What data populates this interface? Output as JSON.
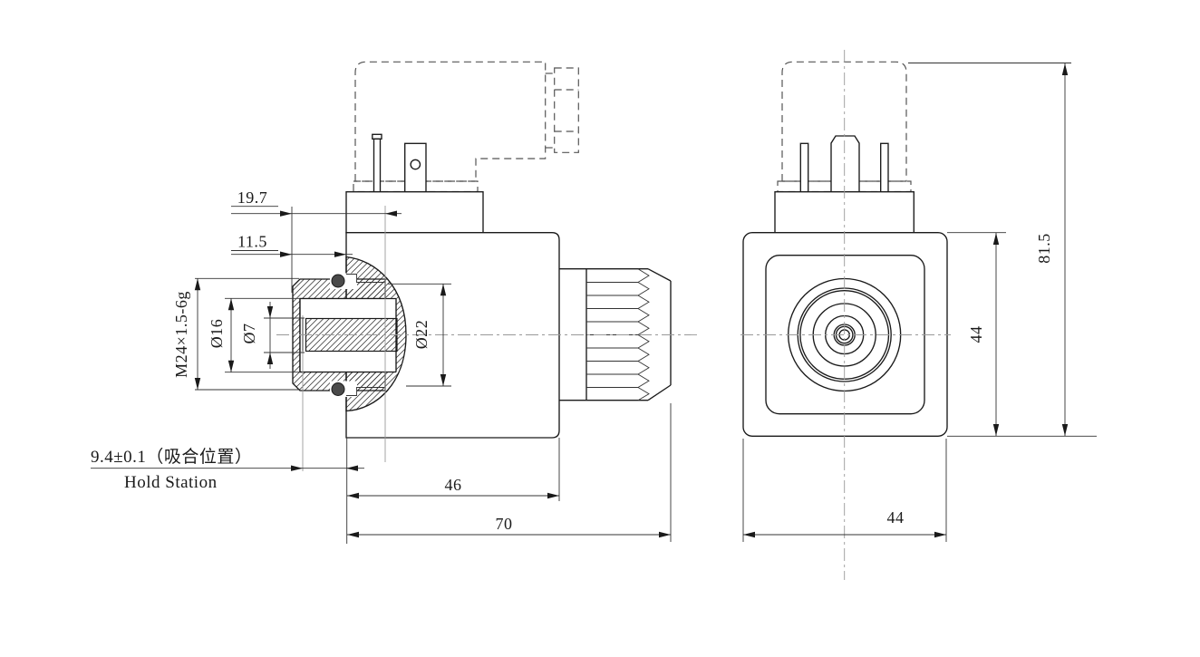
{
  "drawing": {
    "type": "engineering-drawing",
    "subject": "solenoid coil two-view dimensioned drawing",
    "colors": {
      "line": "#1a1a1a",
      "centerline": "#999999",
      "hidden_line": "#555555",
      "background": "#ffffff",
      "oring_fill": "#4a4a4a"
    },
    "side_view": {
      "dims": {
        "tube_protrusion": "19.7",
        "nut_width": "11.5",
        "thread": "M24×1.5-6g",
        "bore_dia": "Ø16",
        "pin_dia": "Ø7",
        "flange_dia": "Ø22",
        "coil_length": "46",
        "total_length": "70",
        "hold_position_cn": "9.4±0.1（吸合位置）",
        "hold_position_en": "Hold Station"
      }
    },
    "front_view": {
      "dims": {
        "body_height": "44",
        "body_width": "44",
        "total_height": "81.5"
      }
    }
  }
}
